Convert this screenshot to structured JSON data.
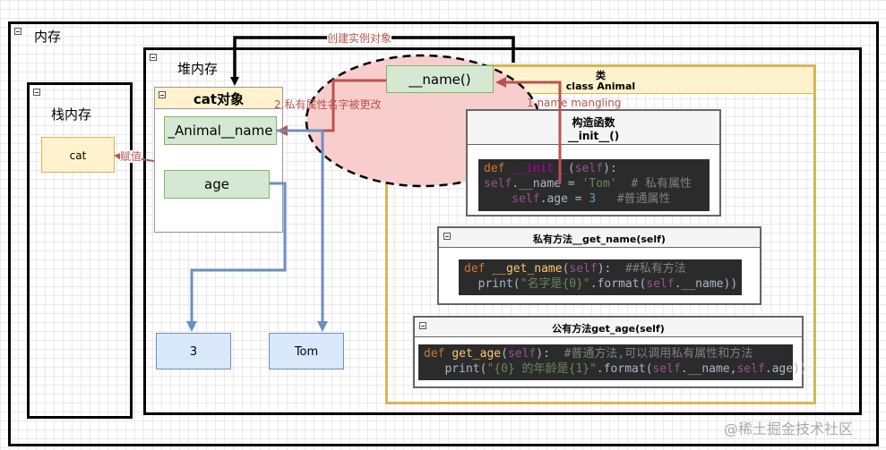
{
  "memory": {
    "title": "内存"
  },
  "stack": {
    "title": "栈内存",
    "var": "cat"
  },
  "heap": {
    "title": "堆内存"
  },
  "cat_object": {
    "title": "cat对象",
    "attr_private": "_Animal__name",
    "attr_age": "age"
  },
  "values": {
    "age": "3",
    "name": "Tom"
  },
  "name_mangled": "__name()",
  "class_box": {
    "title_cn": "类",
    "title_en": "class Animal",
    "constructor": {
      "title_cn": "构造函数",
      "title_en": "__init__()"
    },
    "private_method": {
      "title": "私有方法__get_name(self)"
    },
    "public_method": {
      "title": "公有方法get_age(self)"
    }
  },
  "annotations": {
    "create_instance": "创建实例对象",
    "private_renamed": "2.私有属性名字被更改",
    "name_mangling": "1.name mangling",
    "assign": "赋值"
  },
  "code": {
    "init": [
      {
        "parts": [
          {
            "t": "def ",
            "c": "kw"
          },
          {
            "t": "__init__",
            "c": "pu"
          },
          {
            "t": "(",
            "c": "tx"
          },
          {
            "t": "self",
            "c": "sf"
          },
          {
            "t": "):",
            "c": "tx"
          }
        ]
      },
      {
        "parts": [
          {
            "t": "self",
            "c": "sf"
          },
          {
            "t": ".__name = ",
            "c": "tx"
          },
          {
            "t": "'Tom'",
            "c": "st"
          },
          {
            "t": "  # 私有属性",
            "c": "cm"
          }
        ]
      },
      {
        "parts": [
          {
            "t": "    self",
            "c": "sf"
          },
          {
            "t": ".age = ",
            "c": "tx"
          },
          {
            "t": "3",
            "c": "nm"
          },
          {
            "t": "   #普通属性",
            "c": "cm"
          }
        ]
      }
    ],
    "get_name": [
      {
        "parts": [
          {
            "t": "def ",
            "c": "kw"
          },
          {
            "t": "__get_name",
            "c": "fn"
          },
          {
            "t": "(",
            "c": "tx"
          },
          {
            "t": "self",
            "c": "sf"
          },
          {
            "t": "):  ",
            "c": "tx"
          },
          {
            "t": "##私有方法",
            "c": "cm"
          }
        ]
      },
      {
        "parts": [
          {
            "t": "  print(",
            "c": "tx"
          },
          {
            "t": "\"名字是{0}\"",
            "c": "st"
          },
          {
            "t": ".format(",
            "c": "tx"
          },
          {
            "t": "self",
            "c": "sf"
          },
          {
            "t": ".__name))",
            "c": "tx"
          }
        ]
      }
    ],
    "get_age": [
      {
        "parts": [
          {
            "t": "def ",
            "c": "kw"
          },
          {
            "t": "get_age",
            "c": "fn"
          },
          {
            "t": "(",
            "c": "tx"
          },
          {
            "t": "self",
            "c": "sf"
          },
          {
            "t": "):  ",
            "c": "tx"
          },
          {
            "t": "#普通方法,可以调用私有属性和方法",
            "c": "cm"
          }
        ]
      },
      {
        "parts": [
          {
            "t": "   print(",
            "c": "tx"
          },
          {
            "t": "\"{0} 的年龄是{1}\"",
            "c": "st"
          },
          {
            "t": ".format(",
            "c": "tx"
          },
          {
            "t": "self",
            "c": "sf"
          },
          {
            "t": ".__name,",
            "c": "tx"
          },
          {
            "t": "self",
            "c": "sf"
          },
          {
            "t": ".age))",
            "c": "tx"
          }
        ]
      }
    ]
  },
  "watermark": "@稀土掘金技术社区",
  "colors": {
    "class_border": "#d6b656",
    "class_header": "#fff2cc",
    "red_ellipse": "#f8cecc",
    "red_line": "#b85450",
    "blue_line": "#6c8ebf"
  }
}
